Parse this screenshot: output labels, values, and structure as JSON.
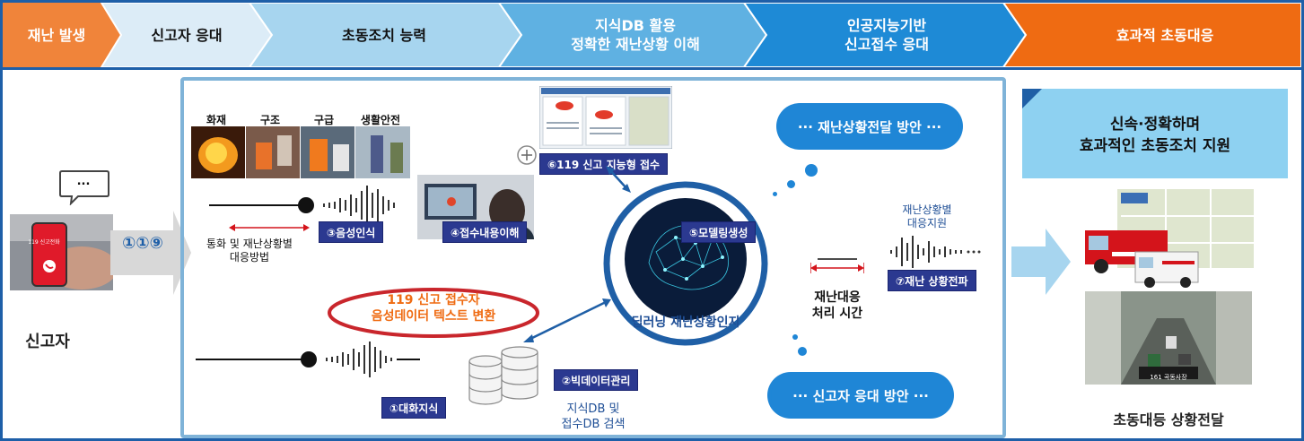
{
  "stages": [
    "재난 발생",
    "신고자 응대",
    "초동조치 능력",
    "지식DB 활용",
    "정확한 재난상황 이해",
    "인공지능기반",
    "신고접수 응대",
    "효과적 초동대응"
  ],
  "caller": {
    "bubble": "...",
    "phone_text": "119 신고전화",
    "number": "①①⑨",
    "label": "신고자"
  },
  "categories": [
    "화재",
    "구조",
    "구급",
    "생활안전"
  ],
  "voice": {
    "caption1": "통화 및 재난상황별",
    "caption2": "대응방법",
    "tag_speech": "③음성인식",
    "tag_understand": "④접수내용이해"
  },
  "smart": {
    "plus": "+",
    "tag": "⑥119 신고 지능형 접수"
  },
  "brain": {
    "tag": "⑤모델링생성",
    "label": "딥러닝 재난상황인지"
  },
  "ellipse": {
    "line1": "119 신고 접수자",
    "line2": "음성데이터 텍스트 변환"
  },
  "db": {
    "tag_dialog": "①대화지식",
    "tag_bigdata": "②빅데이터관리",
    "caption1": "지식DB 및",
    "caption2": "접수DB 검색"
  },
  "response": {
    "time1": "재난대응",
    "time2": "처리 시간",
    "support1": "재난상황별",
    "support2": "대응지원",
    "tag": "⑦재난 상황전파"
  },
  "clouds": {
    "top": "··· 재난상황전달 방안 ···",
    "bottom": "··· 신고자 응대 방안 ···"
  },
  "result": {
    "line1": "신속·정확하며",
    "line2": "효과적인 초동조치 지원",
    "caption": "초동대등 상황전달",
    "bus_sign": "161 곡동사장"
  },
  "colors": {
    "orange": "#f0843a",
    "pale": "#dcecf7",
    "light": "#a7d5ef",
    "mid": "#5fb1e2",
    "blue": "#1e8ad6",
    "navy": "#2b3990",
    "accent": "#ef6b12"
  }
}
